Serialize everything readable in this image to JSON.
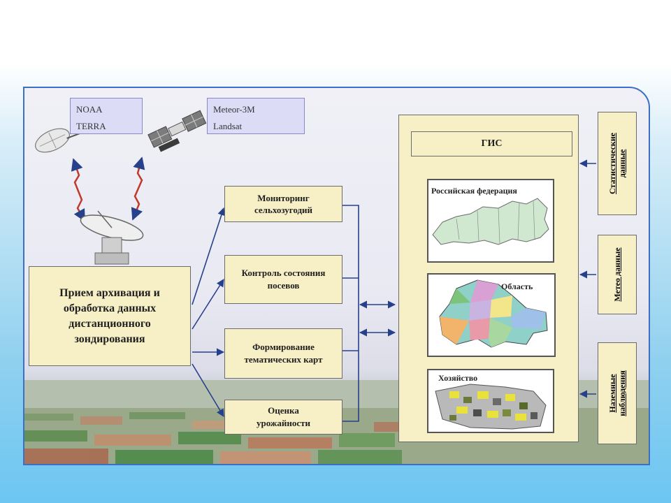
{
  "satellites": {
    "left_labels": [
      "NOAA",
      "TERRA"
    ],
    "right_labels": [
      "Meteor-3M",
      "Landsat"
    ]
  },
  "left_box": "Прием архивация и обработка данных дистанционного зондирования",
  "process_boxes": [
    "Мониторинг сельхозугодий",
    "Контроль состояния посевов",
    "Формирование тематических карт",
    "Оценка урожайности"
  ],
  "gis": {
    "title": "ГИС",
    "maps": [
      "Российская федерация",
      "Область",
      "Хозяйство"
    ]
  },
  "side_boxes": [
    "Статистические данные",
    "Метео данные",
    "Наземные наблюдения"
  ],
  "colors": {
    "box_fill": "#f7efc6",
    "label_fill": "#dcdcf7",
    "arrow": "#27408b",
    "signal": "#c0392b",
    "frame": "#3d6fc4"
  }
}
